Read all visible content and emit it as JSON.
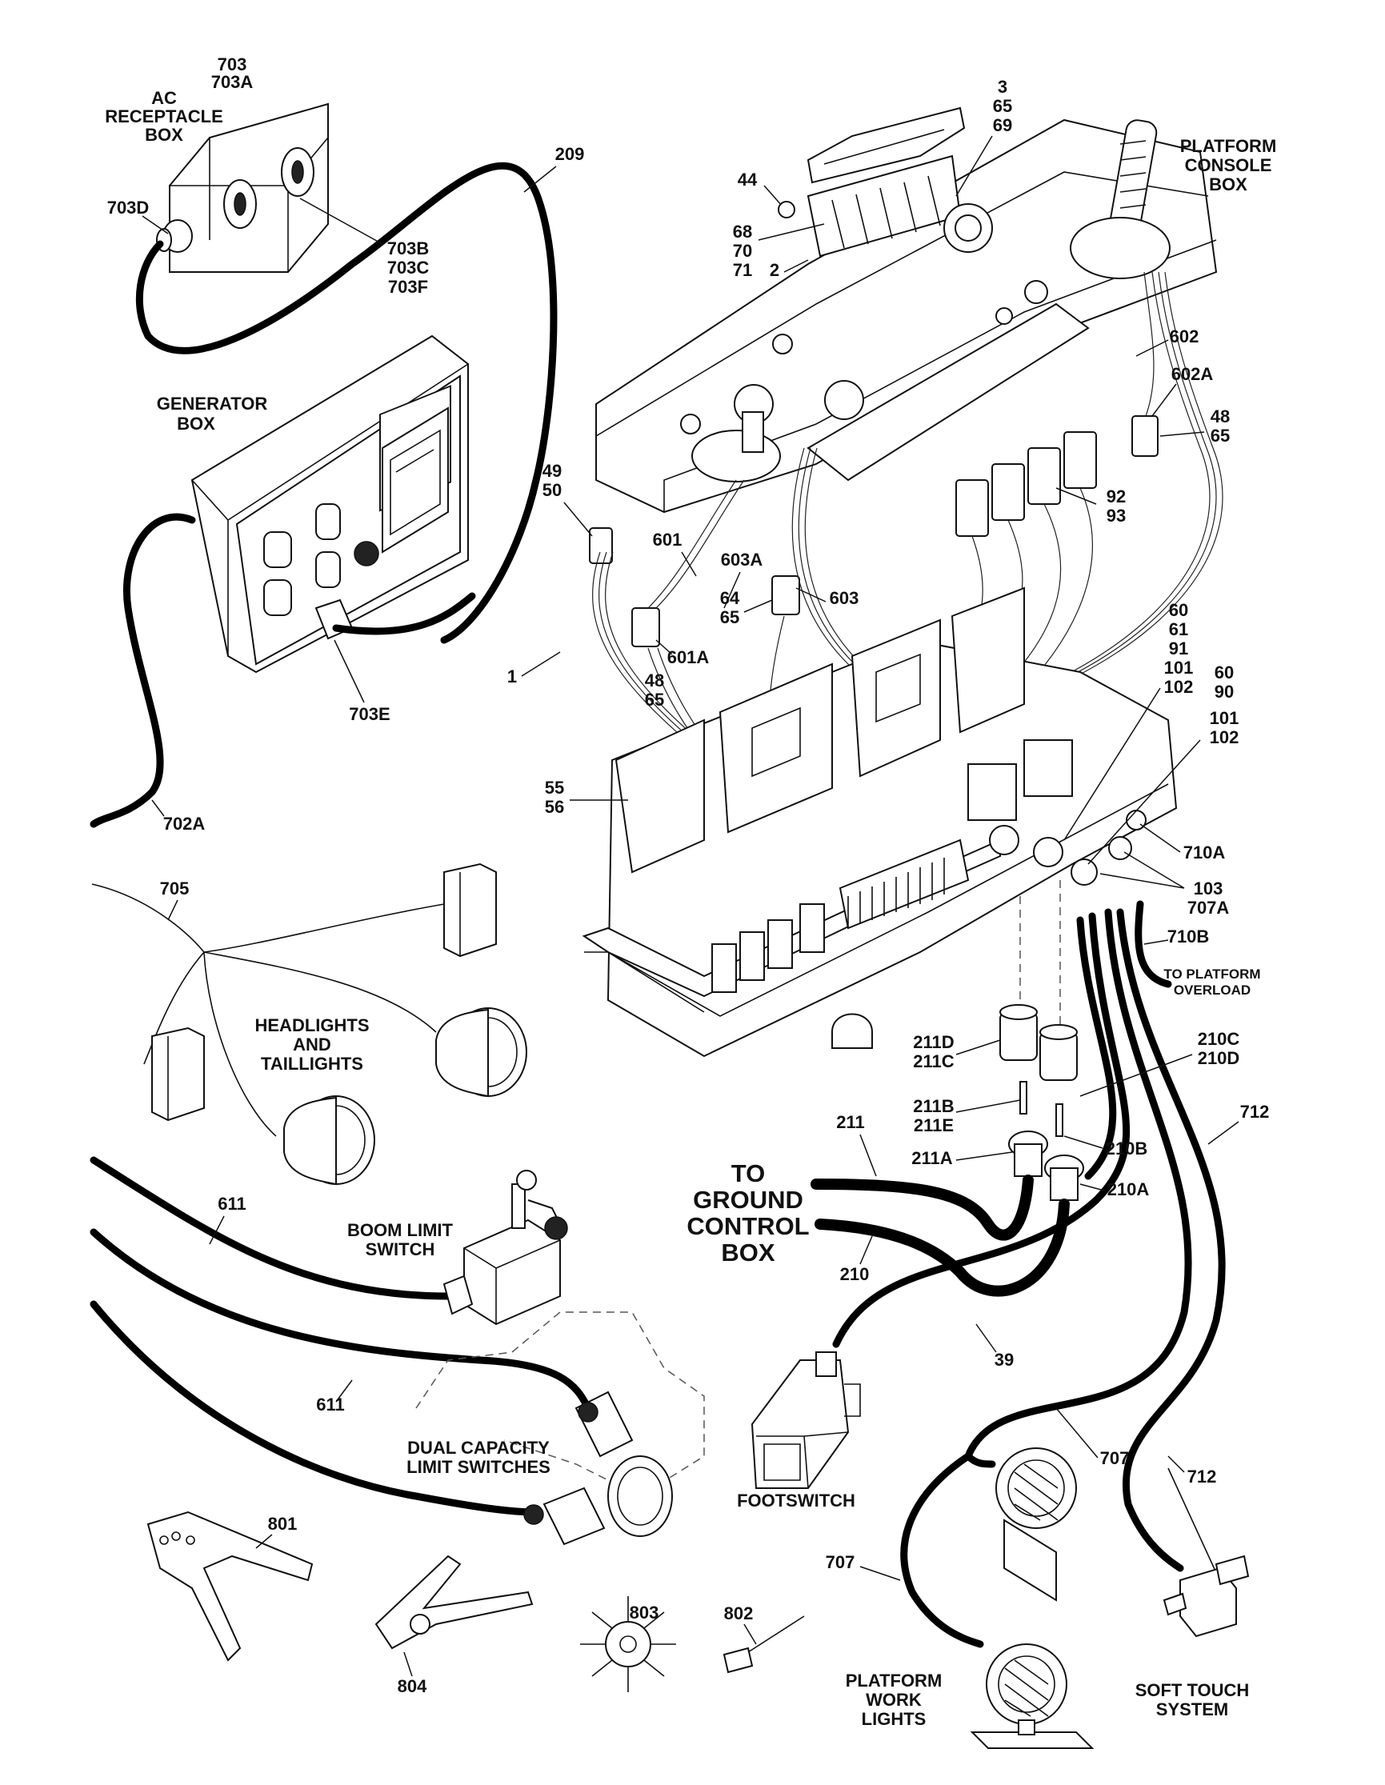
{
  "assemblies": {
    "ac_receptacle_box": {
      "title": [
        "AC",
        "RECEPTACLE",
        "BOX"
      ],
      "parts": [
        "703",
        "703A"
      ],
      "plug": "703D",
      "outlets": [
        "703B",
        "703C",
        "703F"
      ]
    },
    "generator_box": {
      "title": [
        "GENERATOR",
        "BOX"
      ],
      "connector": "703E",
      "cord": "702A"
    },
    "cable_209": "209",
    "platform_console_box": {
      "title": [
        "PLATFORM",
        "CONSOLE",
        "BOX"
      ],
      "cover_parts": [
        "3",
        "65",
        "69"
      ],
      "knob": "44",
      "switch_parts": [
        "68",
        "70",
        "71"
      ],
      "label_2": "2"
    },
    "console_harness": {
      "c602": "602",
      "c602A": "602A",
      "c48_65_a": [
        "48",
        "65"
      ],
      "c49_50": [
        "49",
        "50"
      ],
      "c601": "601",
      "c603A": "603A",
      "c603": "603",
      "c64_65": [
        "64",
        "65"
      ],
      "c92_93": [
        "92",
        "93"
      ],
      "c601A": "601A",
      "c48_65_b": [
        "48",
        "65"
      ],
      "c1": "1",
      "c60_61": [
        "60",
        "61",
        "91",
        "101",
        "102"
      ],
      "c60_90": [
        "60",
        "90",
        "101",
        "102"
      ],
      "c55_56": [
        "55",
        "56"
      ],
      "c710A": "710A",
      "c103_707A": [
        "103",
        "707A"
      ],
      "c710B": "710B",
      "to_platform_overload": [
        "TO PLATFORM",
        "OVERLOAD"
      ]
    },
    "lighting": {
      "harness": "705",
      "title": [
        "HEADLIGHTS",
        "AND",
        "TAILLIGHTS"
      ]
    },
    "boom_limit": {
      "cable": "611",
      "title": [
        "BOOM LIMIT",
        "SWITCH"
      ]
    },
    "dual_capacity": {
      "cable": "611",
      "title": [
        "DUAL CAPACITY",
        "LIMIT SWITCHES"
      ]
    },
    "ground_connectors": {
      "c211D": [
        "211D",
        "211C"
      ],
      "c210C": [
        "210C",
        "210D"
      ],
      "c211B": [
        "211B",
        "211E"
      ],
      "c211": "211",
      "c712a": "712",
      "c210B": "210B",
      "c211A": "211A",
      "c210A": "210A",
      "to_ground": [
        "TO",
        "GROUND",
        "CONTROL",
        "BOX"
      ],
      "c210": "210"
    },
    "footswitch": {
      "cable": "39",
      "title": "FOOTSWITCH"
    },
    "work_lights": {
      "cable_a": "707",
      "cable_b": "707",
      "title": [
        "PLATFORM",
        "WORK",
        "LIGHTS"
      ]
    },
    "soft_touch": {
      "cable": "712",
      "title": [
        "SOFT TOUCH",
        "SYSTEM"
      ]
    },
    "tools": {
      "t801": "801",
      "t803": "803",
      "t802": "802",
      "t804": "804"
    }
  }
}
